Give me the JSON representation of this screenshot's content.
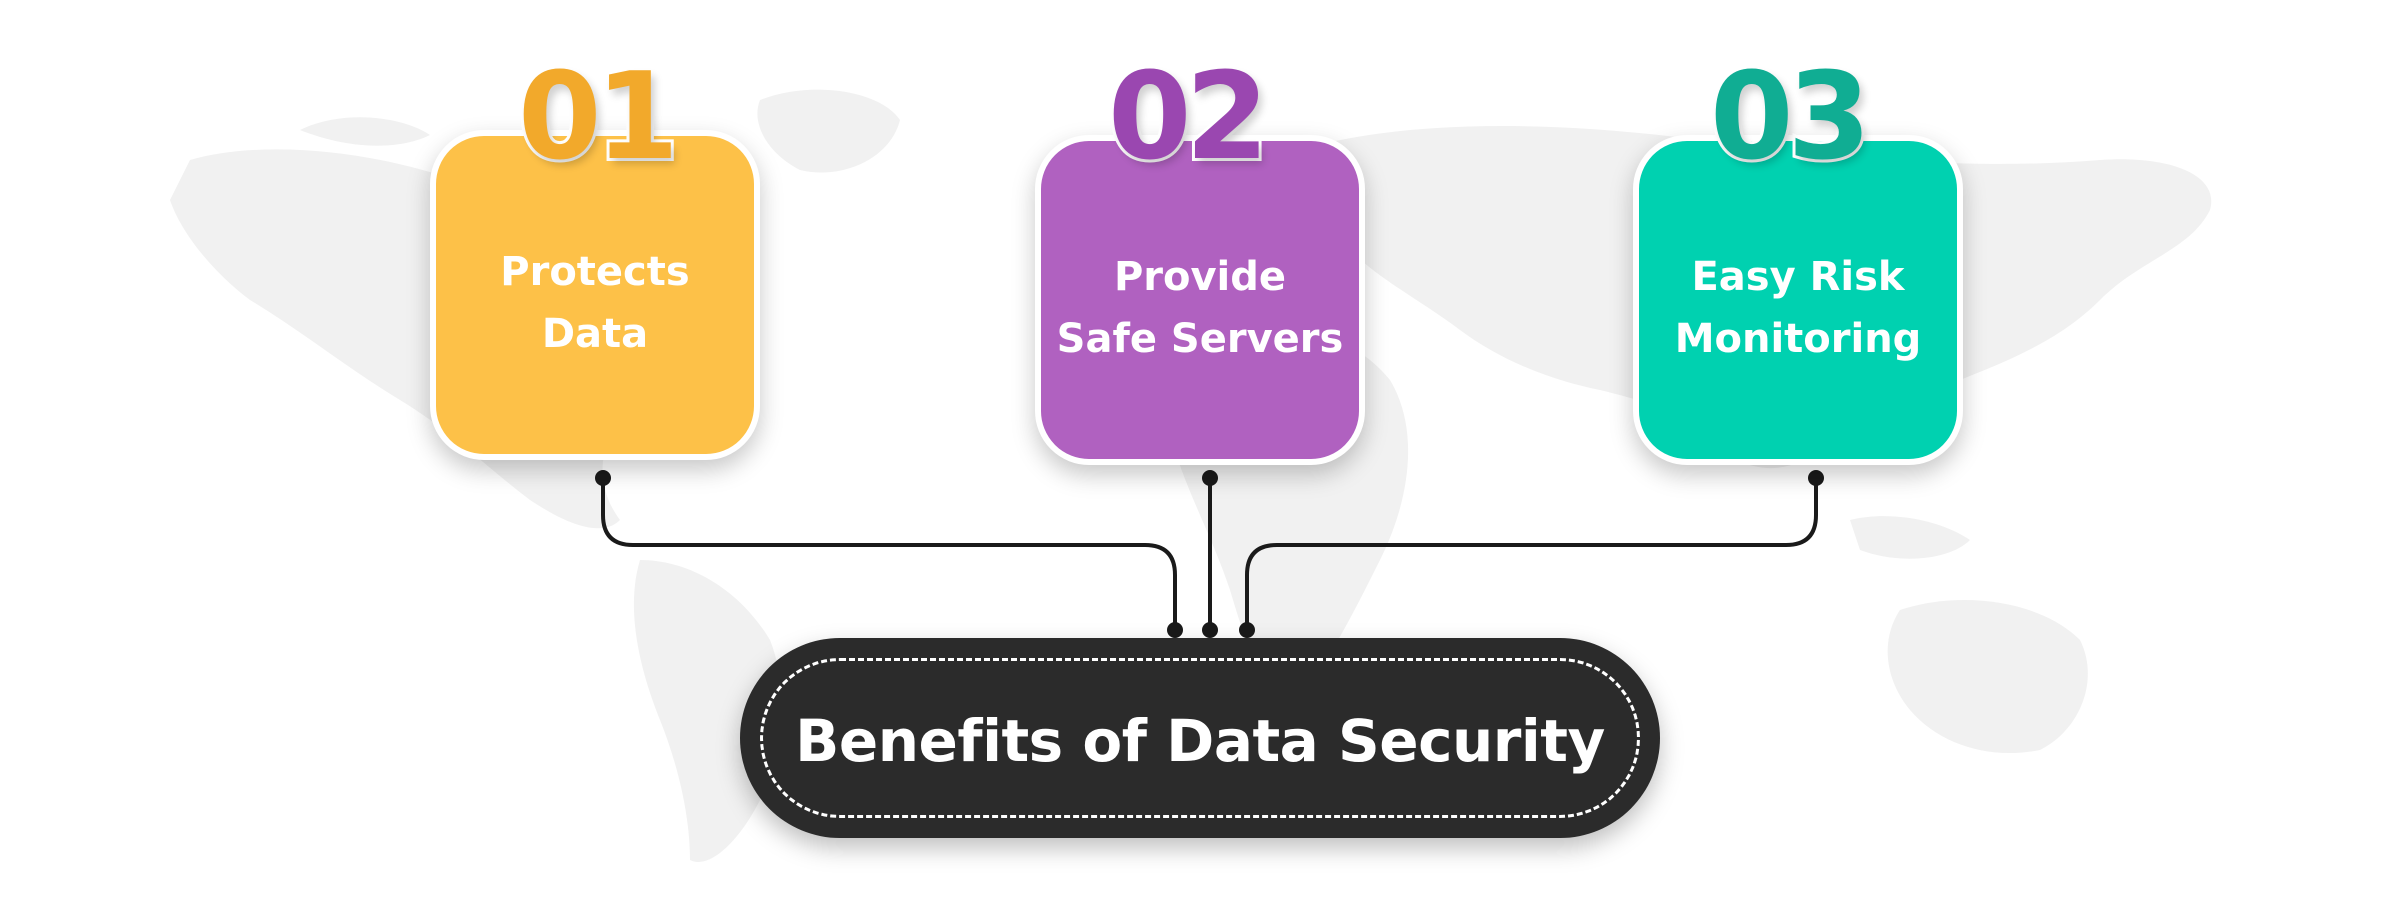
{
  "benefits": [
    {
      "number": "01",
      "label": "Protects\nData",
      "color": "#fdc148",
      "number_color": "#f2a92b"
    },
    {
      "number": "02",
      "label": "Provide\nSafe Servers",
      "color": "#b061c0",
      "number_color": "#9a47b0"
    },
    {
      "number": "03",
      "label": "Easy Risk\nMonitoring",
      "color": "#00d1b0",
      "number_color": "#10ad93"
    }
  ],
  "title": "Benefits of Data Security",
  "colors": {
    "title_background": "#2b2b2b",
    "connector": "#1a1a1a",
    "map": "#f1f1f1"
  },
  "background_icon": "world-map-icon"
}
